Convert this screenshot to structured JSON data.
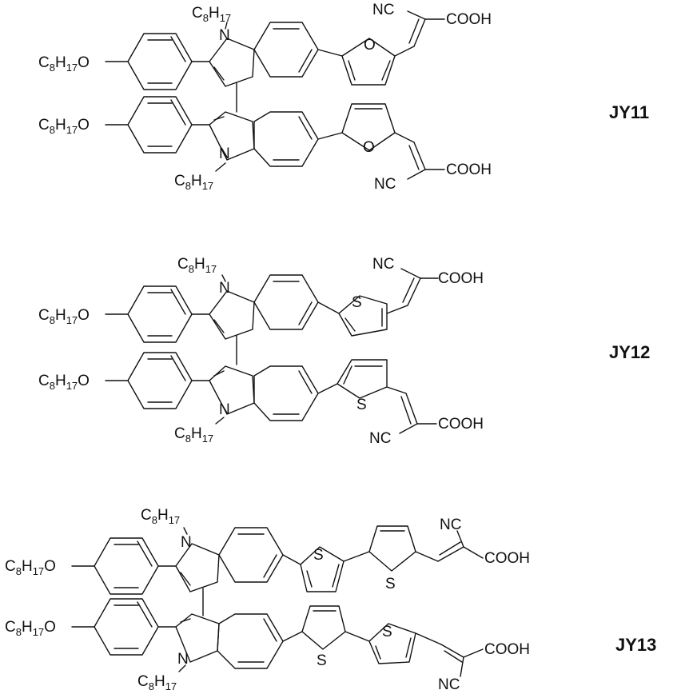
{
  "compounds": [
    {
      "name": "JY11",
      "heteroatom": "O",
      "linker_text": "furan",
      "labels": {
        "n_top": "N",
        "n_bottom": "N",
        "c8h17": [
          "C",
          "8",
          "H",
          "17"
        ],
        "alkoxy": [
          "C",
          "8",
          "H",
          "17",
          "O"
        ],
        "hetero": "O",
        "nc": "NC",
        "cooh": "COOH"
      }
    },
    {
      "name": "JY12",
      "heteroatom": "S",
      "linker_text": "thiophene",
      "labels": {
        "n_top": "N",
        "n_bottom": "N",
        "c8h17": [
          "C",
          "8",
          "H",
          "17"
        ],
        "alkoxy": [
          "C",
          "8",
          "H",
          "17",
          "O"
        ],
        "hetero": "S",
        "nc": "NC",
        "cooh": "COOH"
      }
    },
    {
      "name": "JY13",
      "heteroatom": "S",
      "linker_text": "bithiophene",
      "labels": {
        "n_top": "N",
        "n_bottom": "N",
        "c8h17": [
          "C",
          "8",
          "H",
          "17"
        ],
        "alkoxy": [
          "C",
          "8",
          "H",
          "17",
          "O"
        ],
        "hetero": "S",
        "nc": "NC",
        "cooh": "COOH"
      }
    }
  ]
}
